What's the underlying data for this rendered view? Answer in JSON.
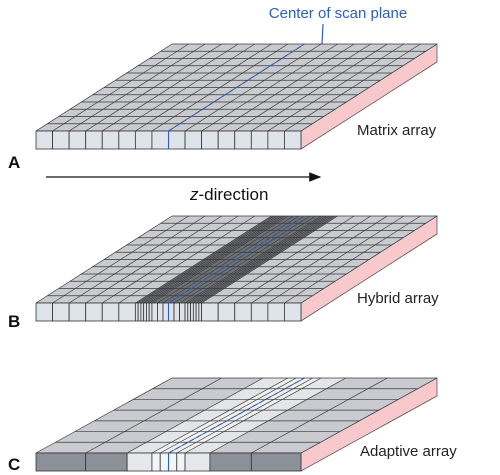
{
  "callout": {
    "text": "Center of scan plane"
  },
  "axis": {
    "z_prefix": "z",
    "z_suffix": "-direction"
  },
  "panels": [
    {
      "letter": "A",
      "label": "Matrix array"
    },
    {
      "letter": "B",
      "label": "Hybrid array"
    },
    {
      "letter": "C",
      "label": "Adaptive array"
    }
  ],
  "colors": {
    "top_fill": "#c9cbd0",
    "top_dark": "#6f737a",
    "top_light": "#eef0f2",
    "front_fill": "#dfe3ea",
    "front_dark": "#8c9098",
    "side_fill": "#f7c9cc",
    "grid_line": "#3a3a3a",
    "scan_line": "#2d5fb8"
  }
}
